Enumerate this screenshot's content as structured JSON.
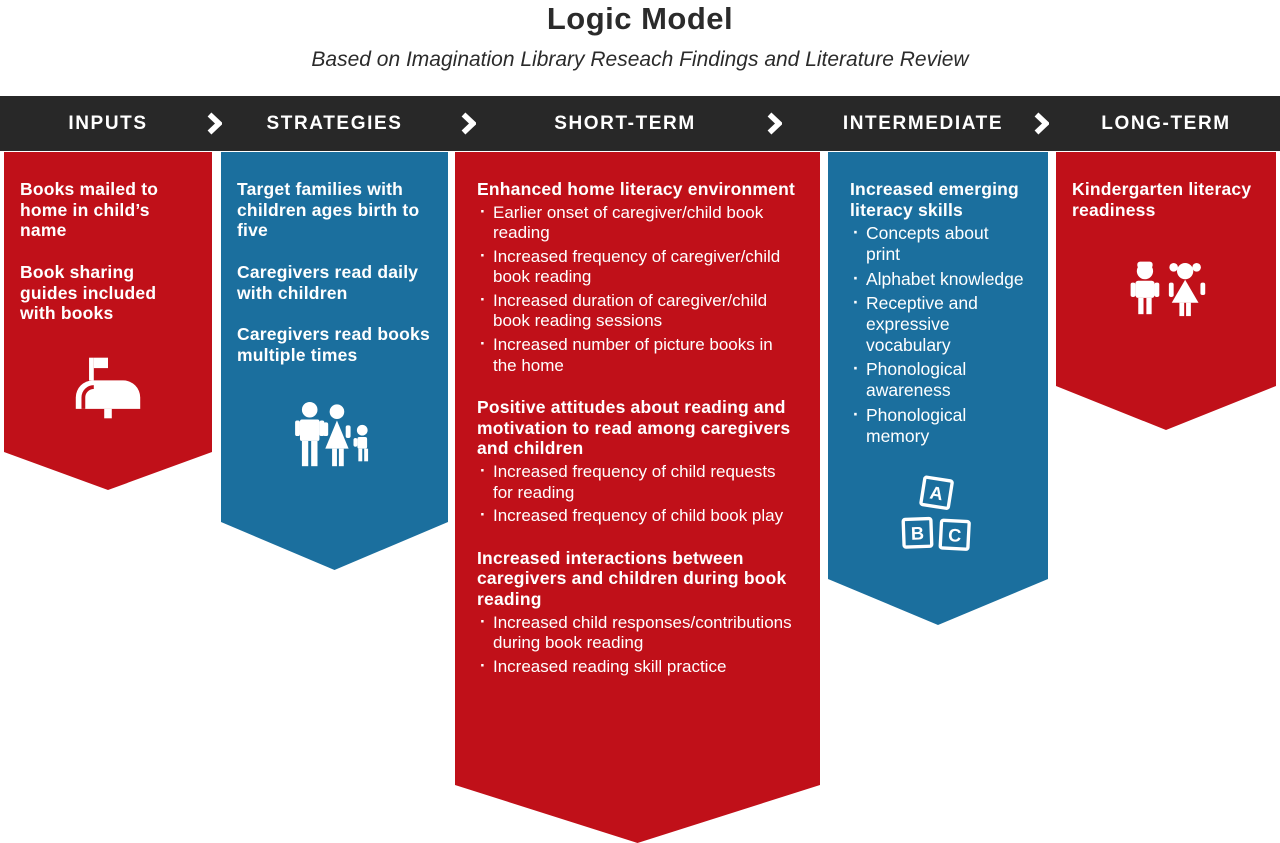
{
  "title": "Logic Model",
  "subtitle": "Based on Imagination Library Reseach Findings and Literature Review",
  "colors": {
    "red": "#c01019",
    "blue": "#1b6f9e",
    "header_bg": "#282828",
    "text": "#ffffff"
  },
  "stages": [
    {
      "id": "inputs",
      "label": "INPUTS",
      "color": "red",
      "icon": "mailbox-icon",
      "sections": [
        {
          "heading": "Books mailed to home in child’s name",
          "bullets": []
        },
        {
          "heading": "Book sharing guides included with books",
          "bullets": []
        }
      ]
    },
    {
      "id": "strategies",
      "label": "STRATEGIES",
      "color": "blue",
      "icon": "family-icon",
      "sections": [
        {
          "heading": "Target families with children ages birth to five",
          "bullets": []
        },
        {
          "heading": "Caregivers read daily with children",
          "bullets": []
        },
        {
          "heading": "Caregivers read books multiple times",
          "bullets": []
        }
      ]
    },
    {
      "id": "short-term",
      "label": "SHORT-TERM",
      "color": "red",
      "icon": null,
      "sections": [
        {
          "heading": "Enhanced home literacy environment",
          "bullets": [
            "Earlier onset of caregiver/child book reading",
            "Increased frequency of caregiver/child book reading",
            "Increased duration of caregiver/child book reading sessions",
            "Increased number of picture books in the home"
          ]
        },
        {
          "heading": "Positive attitudes about reading and motivation to read among caregivers and children",
          "bullets": [
            "Increased frequency of child requests for reading",
            "Increased frequency of child book play"
          ]
        },
        {
          "heading": "Increased interactions between caregivers and children during book reading",
          "bullets": [
            "Increased child responses/contributions during book reading",
            "Increased reading skill practice"
          ]
        }
      ]
    },
    {
      "id": "intermediate",
      "label": "INTERMEDIATE",
      "color": "blue",
      "icon": "abc-blocks-icon",
      "sections": [
        {
          "heading": "Increased emerging literacy skills",
          "bullets": [
            "Concepts about print",
            "Alphabet knowledge",
            "Receptive and expressive vocabulary",
            "Phonological awareness",
            "Phonological memory"
          ]
        }
      ]
    },
    {
      "id": "long-term",
      "label": "LONG-TERM",
      "color": "red",
      "icon": "children-icon",
      "sections": [
        {
          "heading": "Kindergarten literacy readiness",
          "bullets": []
        }
      ]
    }
  ]
}
